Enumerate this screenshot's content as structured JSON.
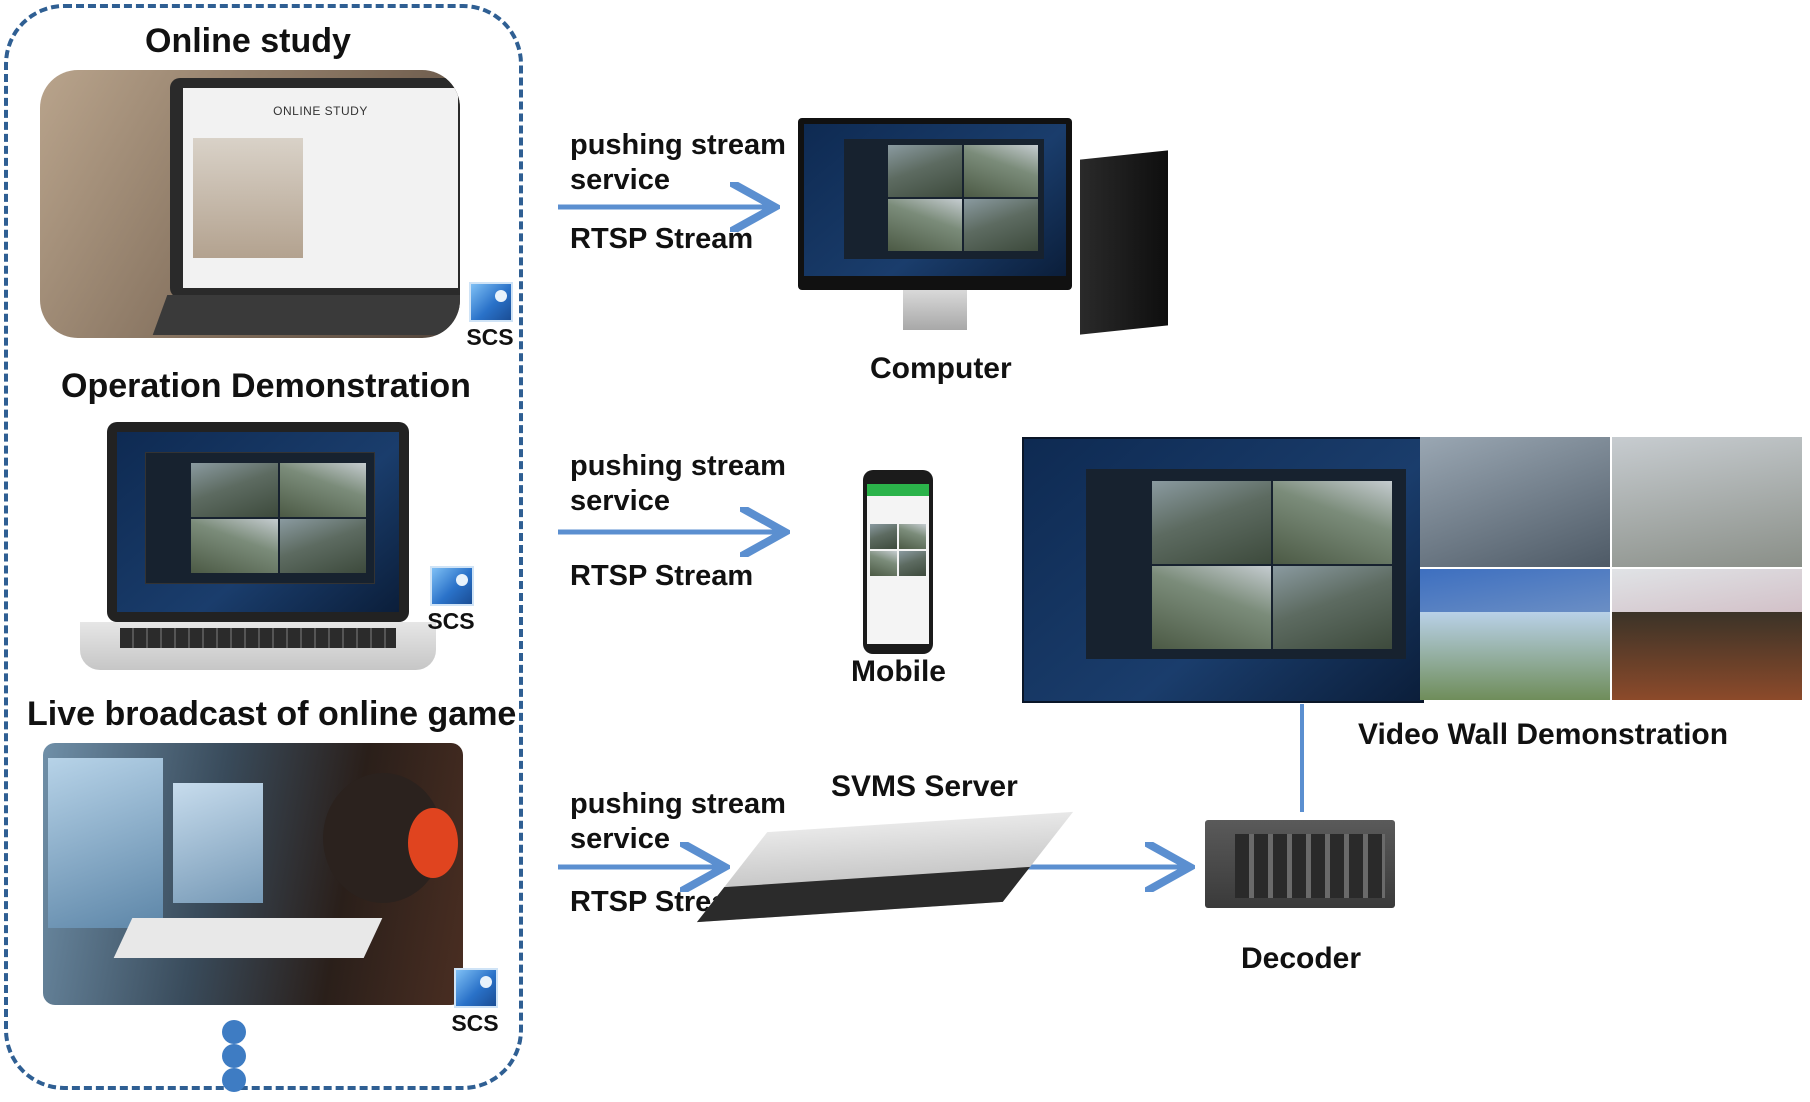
{
  "left_panel": {
    "online_study": {
      "title": "Online study",
      "screen_text": "ONLINE STUDY",
      "badge": "SCS"
    },
    "operation_demo": {
      "title": "Operation Demonstration",
      "badge": "SCS"
    },
    "live_broadcast": {
      "title": "Live broadcast of online game",
      "badge": "SCS"
    }
  },
  "stream_labels": {
    "push": "pushing stream\nservice",
    "rtsp": "RTSP Stream"
  },
  "rows": {
    "computer": {
      "push": "pushing stream\nservice",
      "rtsp": "RTSP Stream",
      "device_label": "Computer"
    },
    "mobile": {
      "push": "pushing stream\nservice",
      "rtsp": "RTSP Stream",
      "device_label": "Mobile"
    },
    "server": {
      "push": "pushing stream\nservice",
      "rtsp": "RTSP Stream",
      "server_label": "SVMS Server",
      "decoder_label": "Decoder"
    }
  },
  "video_wall": {
    "label": "Video Wall Demonstration"
  },
  "colors": {
    "frame": "#2f5f93",
    "arrow": "#5b8fd0",
    "connector": "#5b8fd0",
    "dots": "#3e7cc3"
  },
  "icons": [
    "scs-app-icon",
    "right-arrow-icon",
    "ellipsis-dots-icon"
  ]
}
